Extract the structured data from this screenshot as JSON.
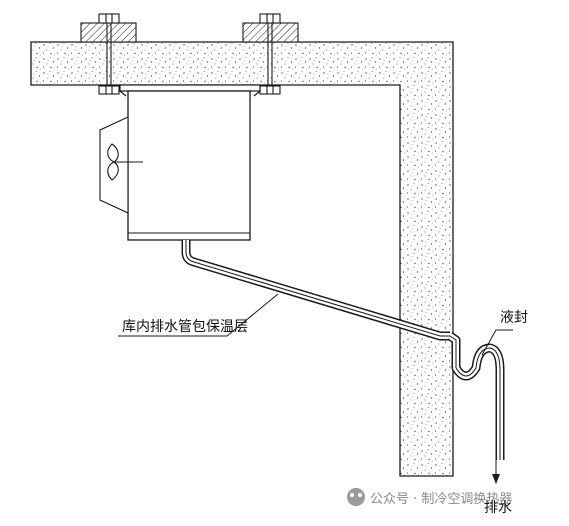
{
  "labels": {
    "pipe_insulation": "库内排水管包保温层",
    "liquid_seal": "液封",
    "drain_outlet": "排水"
  },
  "watermark": {
    "text": "公众号 · 制冷空调换热器"
  },
  "colors": {
    "line": "#1a1a1a",
    "concrete_fill": "#ffffff",
    "speckle": "#555555",
    "pad_fill": "#ffffff",
    "watermark": "#8a8a8a"
  },
  "icons": {
    "watermark_logo": "wechat-official-account-icon"
  }
}
